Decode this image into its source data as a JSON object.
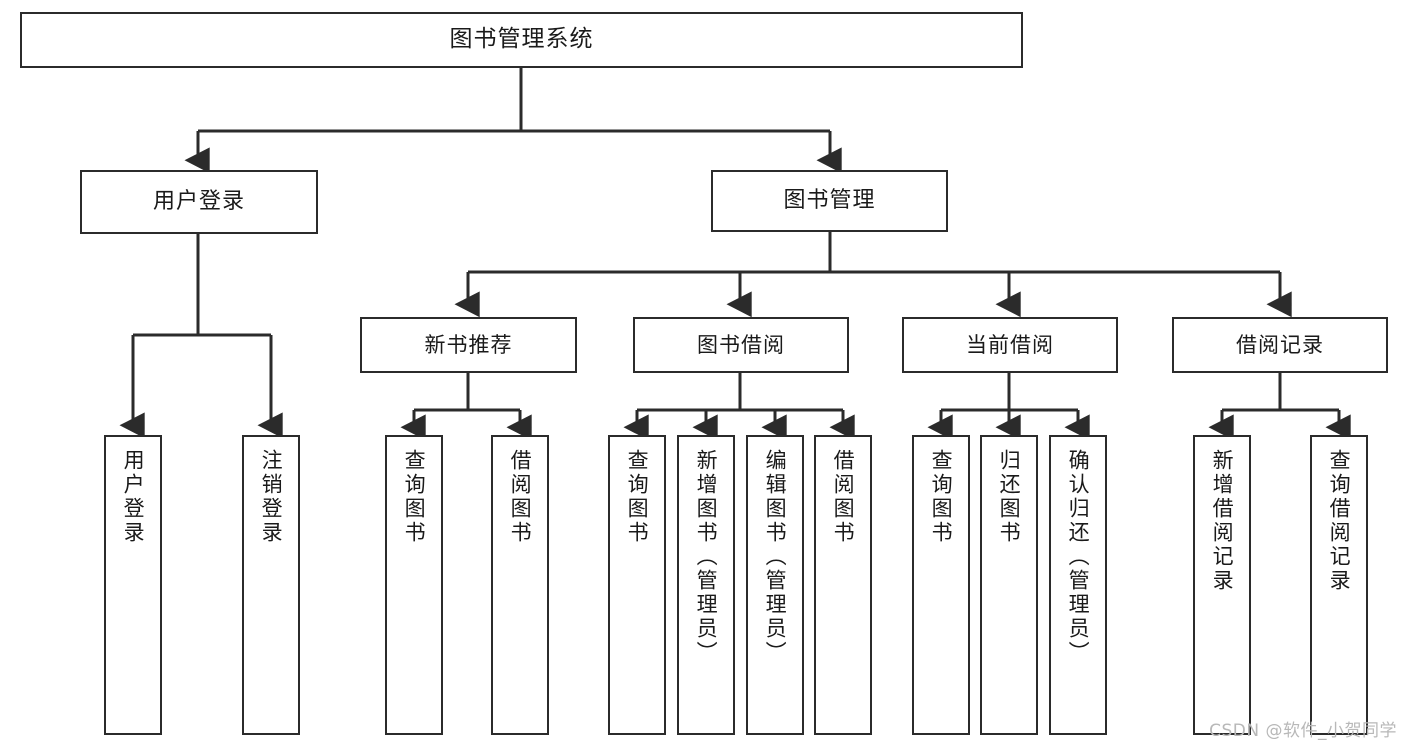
{
  "diagram": {
    "title": "图书管理系统",
    "type": "tree-hierarchy-diagram",
    "watermark": "CSDN @软件_小贺同学",
    "colors": {
      "box_border": "#2b2b2b",
      "box_fill": "#ffffff",
      "connector": "#2b2b2b",
      "text": "#1a1a1a",
      "watermark": "#b8b8b8",
      "background": "#ffffff"
    },
    "root": {
      "label": "图书管理系统"
    },
    "level1": [
      {
        "label": "用户登录"
      },
      {
        "label": "图书管理"
      }
    ],
    "level2": [
      {
        "label": "新书推荐"
      },
      {
        "label": "图书借阅"
      },
      {
        "label": "当前借阅"
      },
      {
        "label": "借阅记录"
      }
    ],
    "leaves": {
      "user_login": [
        {
          "label": "用户登录"
        },
        {
          "label": "注销登录"
        }
      ],
      "new_book_recommend": [
        {
          "label": "查询图书"
        },
        {
          "label": "借阅图书"
        }
      ],
      "book_borrow": [
        {
          "label": "查询图书"
        },
        {
          "label": "新增图书（管理员）"
        },
        {
          "label": "编辑图书（管理员）"
        },
        {
          "label": "借阅图书"
        }
      ],
      "current_borrow": [
        {
          "label": "查询图书"
        },
        {
          "label": "归还图书"
        },
        {
          "label": "确认归还（管理员）"
        }
      ],
      "borrow_record": [
        {
          "label": "新增借阅记录"
        },
        {
          "label": "查询借阅记录"
        }
      ]
    }
  }
}
